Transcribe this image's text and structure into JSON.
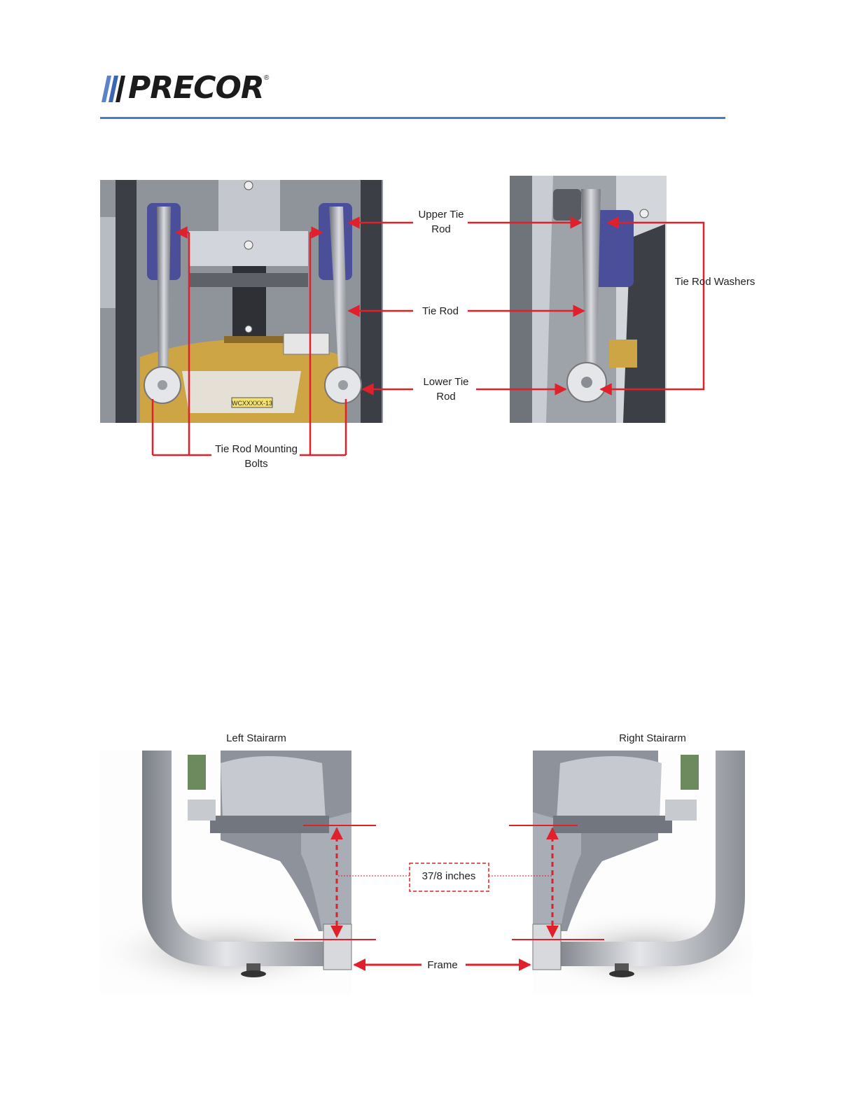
{
  "header": {
    "brand": "PRECOR",
    "trademark": "®",
    "rule_color": "#4a7cc5"
  },
  "figure_tie_rod": {
    "labels": {
      "upper_tie_rod": [
        "Upper Tie",
        "Rod"
      ],
      "tie_rod": "Tie Rod",
      "lower_tie_rod": [
        "Lower Tie",
        "Rod"
      ],
      "tie_rod_washers": "Tie Rod Washers",
      "tie_rod_mounting_bolts": [
        "Tie Rod Mounting",
        "Bolts"
      ],
      "serial_tag": "WCXXXXX-13"
    },
    "callout_color": "#e0202a"
  },
  "figure_stairarm": {
    "labels": {
      "left_stairarm": "Left Stairarm",
      "right_stairarm": "Right Stairarm",
      "measurement": "37/8 inches",
      "frame": "Frame"
    },
    "callout_color": "#e0202a"
  }
}
